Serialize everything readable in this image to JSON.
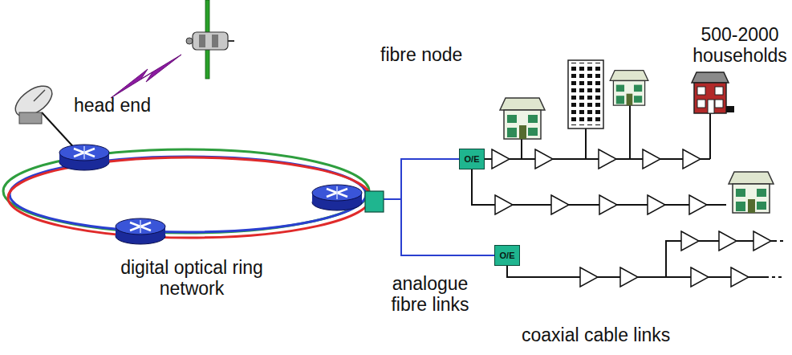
{
  "diagram": {
    "nodes": [
      {
        "text": [
          "O/E"
        ]
      },
      {
        "text": [
          "O/E"
        ]
      }
    ],
    "labels": [
      "head end",
      "digital optical ring network",
      "fibre node",
      "500-2000 households",
      "analogue fibre links",
      "coaxial cable links"
    ]
  }
}
